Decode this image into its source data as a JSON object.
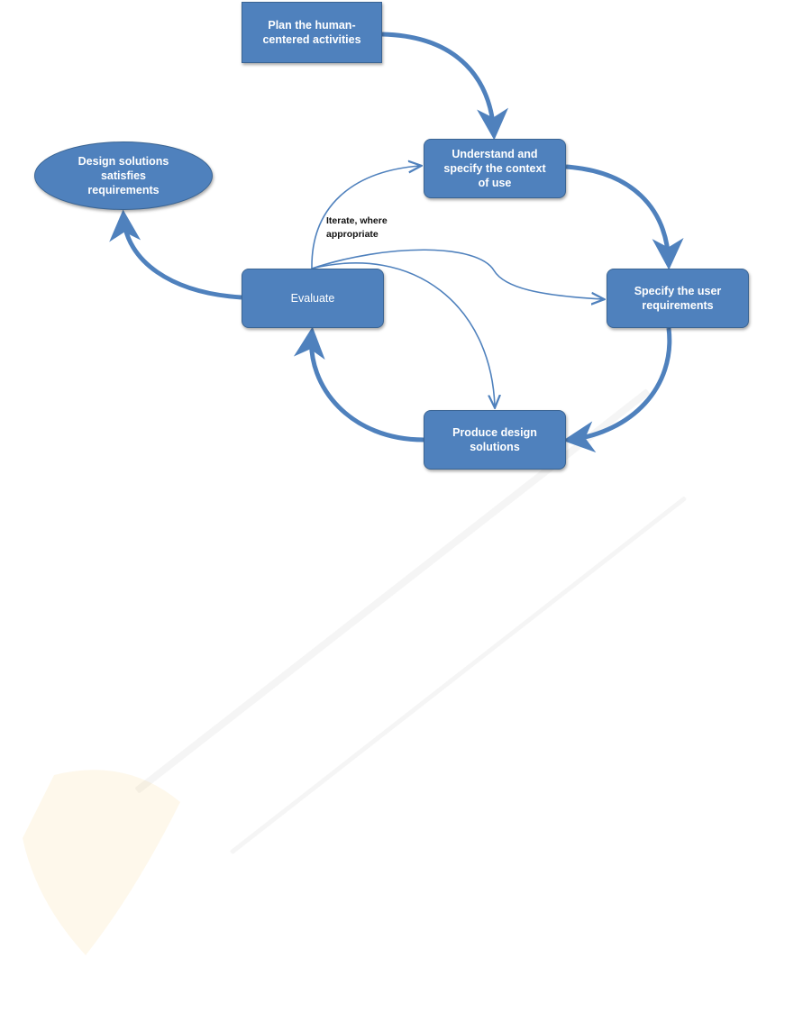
{
  "colors": {
    "box_fill": "#4f81bd",
    "box_border": "#3a6493",
    "arrow": "#4f81bd",
    "text_on_box": "#ffffff"
  },
  "nodes": {
    "plan": "Plan the human-\ncentered activities",
    "understand": "Understand and\nspecify the context\nof use",
    "specify": "Specify the user\nrequirements",
    "produce": "Produce design\nsolutions",
    "evaluate": "Evaluate",
    "goal": "Design solutions\nsatisfies\nrequirements"
  },
  "iterate_label": "Iterate, where\nappropriate"
}
